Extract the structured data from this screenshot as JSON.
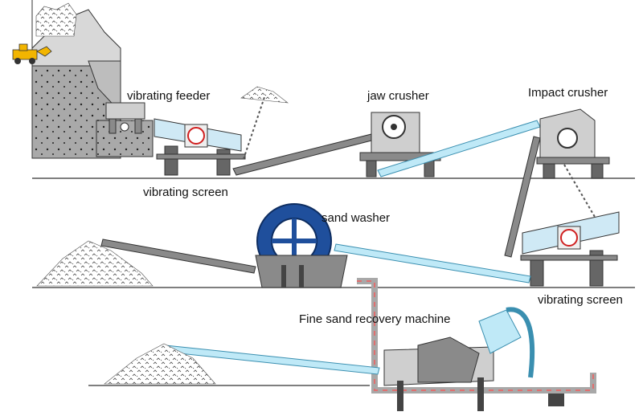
{
  "labels": {
    "vibrating_feeder": "vibrating feeder",
    "jaw_crusher": "jaw crusher",
    "impact_crusher": "Impact crusher",
    "vibrating_screen_top": "vibrating screen",
    "sand_washer": "sand washer",
    "vibrating_screen_mid": "vibrating screen",
    "fine_sand_recovery": "Fine sand recovery machine"
  },
  "colors": {
    "outline": "#333333",
    "steel": "#8a8a8a",
    "steel_light": "#cfcfcf",
    "conveyor_water": "#bfe9f7",
    "conveyor_edge": "#3a8fb0",
    "wheel_blue": "#1f4f9c",
    "pipe_dashes": "#e07070",
    "red_accent": "#d02020",
    "loader_yellow": "#f2b500"
  },
  "icons": {
    "loader": "wheel-loader-icon",
    "rock_pile": "stone-pile-icon"
  }
}
